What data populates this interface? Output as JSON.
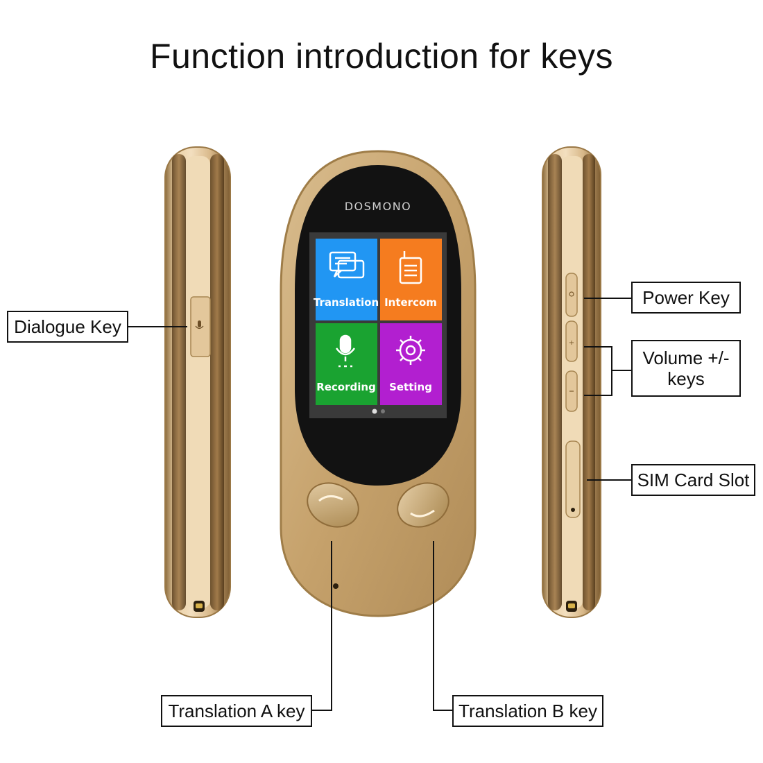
{
  "title": "Function introduction for keys",
  "device": {
    "brand": "DOSMONO",
    "tiles": [
      {
        "label": "Translation",
        "color": "#2196f3",
        "icon": "chat-bubbles-icon"
      },
      {
        "label": "Intercom",
        "color": "#f57c1f",
        "icon": "walkie-talkie-icon"
      },
      {
        "label": "Recording",
        "color": "#1aa331",
        "icon": "microphone-icon"
      },
      {
        "label": "Setting",
        "color": "#b21fd0",
        "icon": "gear-icon"
      }
    ],
    "body_color": "#c7a46e",
    "screen_color": "#111111"
  },
  "callouts": {
    "dialogue_key": "Dialogue Key",
    "power_key": "Power Key",
    "volume_keys": "Volume +/- keys",
    "sim_card_slot": "SIM Card Slot",
    "translation_a_key": "Translation A key",
    "translation_b_key": "Translation B key"
  }
}
